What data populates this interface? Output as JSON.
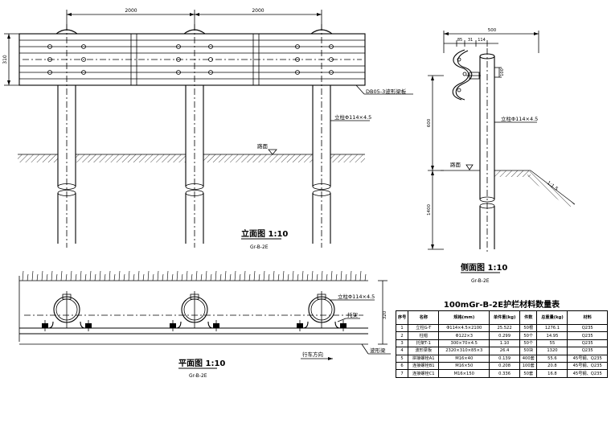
{
  "elevation": {
    "dim_span_left": "2000",
    "dim_span_right": "2000",
    "dim_height": "310",
    "beam_label": "DB05-3波形梁板",
    "post_label": "立柱Φ114×4.5",
    "road_surface": "路面",
    "title": "立面图 1:10",
    "subtitle": "Gr-B-2E"
  },
  "side_view": {
    "dim_total": "500",
    "dim_a": "85",
    "dim_b": "31",
    "dim_c": "114",
    "dim_bracket": "100",
    "dim_upper": "600",
    "dim_lower": "1400",
    "post_label": "立柱Φ114×4.5",
    "road_surface": "路面",
    "slope": "1:1.5",
    "title": "侧面图 1:10",
    "subtitle": "Gr-B-2E"
  },
  "plan": {
    "post_label": "立柱Φ114×4.5",
    "bracket_label": "托架",
    "beam_label": "波形梁",
    "direction_label": "行车方向",
    "dim_right": "320",
    "title": "平面图 1:10",
    "subtitle": "Gr-B-2E"
  },
  "table": {
    "title": "100mGr-B-2E护栏材料数量表",
    "headers": [
      "序号",
      "名称",
      "规格(mm)",
      "单件重(kg)",
      "件数",
      "总重量(kg)",
      "材料"
    ],
    "rows": [
      [
        "1",
        "立柱G-T",
        "Φ114×4.5×2100",
        "25.522",
        "50根",
        "1276.1",
        "Q235"
      ],
      [
        "2",
        "柱帽",
        "Φ122×3",
        "0.299",
        "50个",
        "14.95",
        "Q235"
      ],
      [
        "3",
        "托架T-1",
        "300×70×4.5",
        "1.10",
        "50个",
        "55",
        "Q235"
      ],
      [
        "4",
        "波形梁板",
        "2320×310×85×3",
        "26.4",
        "50块",
        "1320",
        "Q235"
      ],
      [
        "5",
        "拼接螺栓A1",
        "M16×40",
        "0.139",
        "400套",
        "55.6",
        "45号钢、Q235"
      ],
      [
        "6",
        "连接螺栓B1",
        "M16×50",
        "0.208",
        "100套",
        "20.8",
        "45号钢、Q235"
      ],
      [
        "7",
        "连接螺栓C1",
        "M16×150",
        "0.336",
        "50套",
        "16.8",
        "45号钢、Q235"
      ]
    ]
  }
}
